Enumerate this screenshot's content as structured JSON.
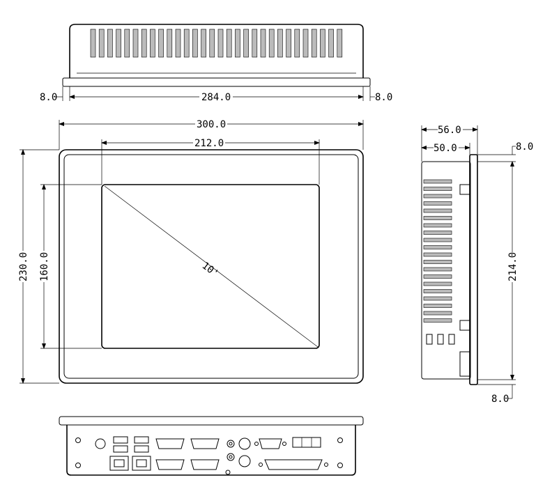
{
  "top_view": {
    "left_offset": "8.0",
    "right_offset": "8.0",
    "width": "284.0"
  },
  "front_view": {
    "overall_width": "300.0",
    "screen_width": "212.0",
    "overall_height": "230.0",
    "screen_height": "160.0",
    "diagonal": "10'"
  },
  "side_view": {
    "total_depth": "56.0",
    "body_depth": "50.0",
    "top_offset": "8.0",
    "height": "214.0",
    "bottom_offset": "8.0"
  }
}
